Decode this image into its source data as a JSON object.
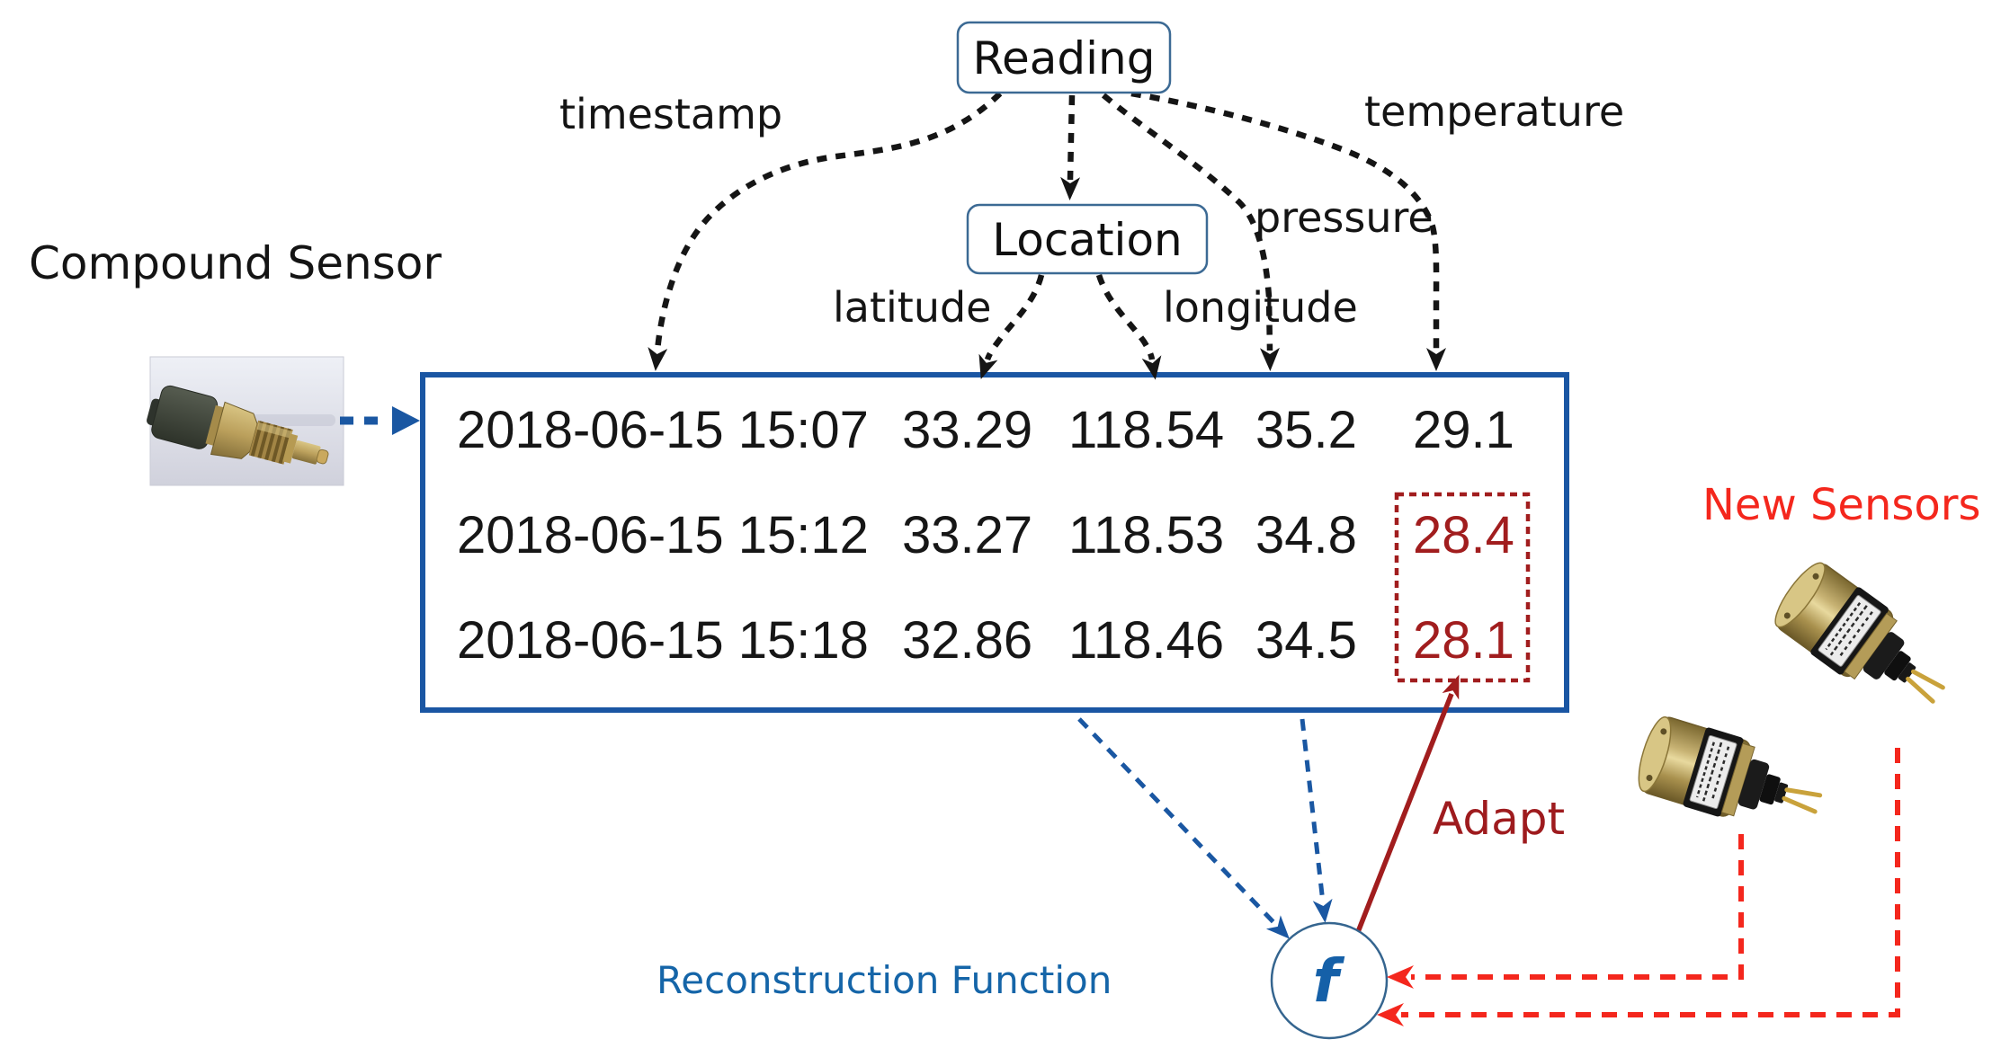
{
  "nodes": {
    "reading": "Reading",
    "location": "Location"
  },
  "edge_labels": {
    "timestamp": "timestamp",
    "temperature": "temperature",
    "pressure": "pressure",
    "latitude": "latitude",
    "longitude": "longitude"
  },
  "annotations": {
    "compound_sensor": "Compound Sensor",
    "new_sensors": "New Sensors",
    "reconstruction_function": "Reconstruction Function",
    "function_symbol": "f",
    "adapt": "Adapt"
  },
  "table": {
    "rows": [
      {
        "timestamp": "2018-06-15 15:07",
        "latitude": "33.29",
        "longitude": "118.54",
        "pressure": "35.2",
        "temperature": "29.1",
        "temperature_highlighted": false
      },
      {
        "timestamp": "2018-06-15 15:12",
        "latitude": "33.27",
        "longitude": "118.53",
        "pressure": "34.8",
        "temperature": "28.4",
        "temperature_highlighted": true
      },
      {
        "timestamp": "2018-06-15 15:18",
        "latitude": "32.86",
        "longitude": "118.46",
        "pressure": "34.5",
        "temperature": "28.1",
        "temperature_highlighted": true
      }
    ]
  },
  "colors": {
    "diagram_blue": "#1a57a2",
    "table_border_blue": "#1a56a3",
    "blue_text": "#1565a8",
    "alert_red": "#f4271d",
    "dark_red": "#a11d1e",
    "black": "#151515"
  }
}
